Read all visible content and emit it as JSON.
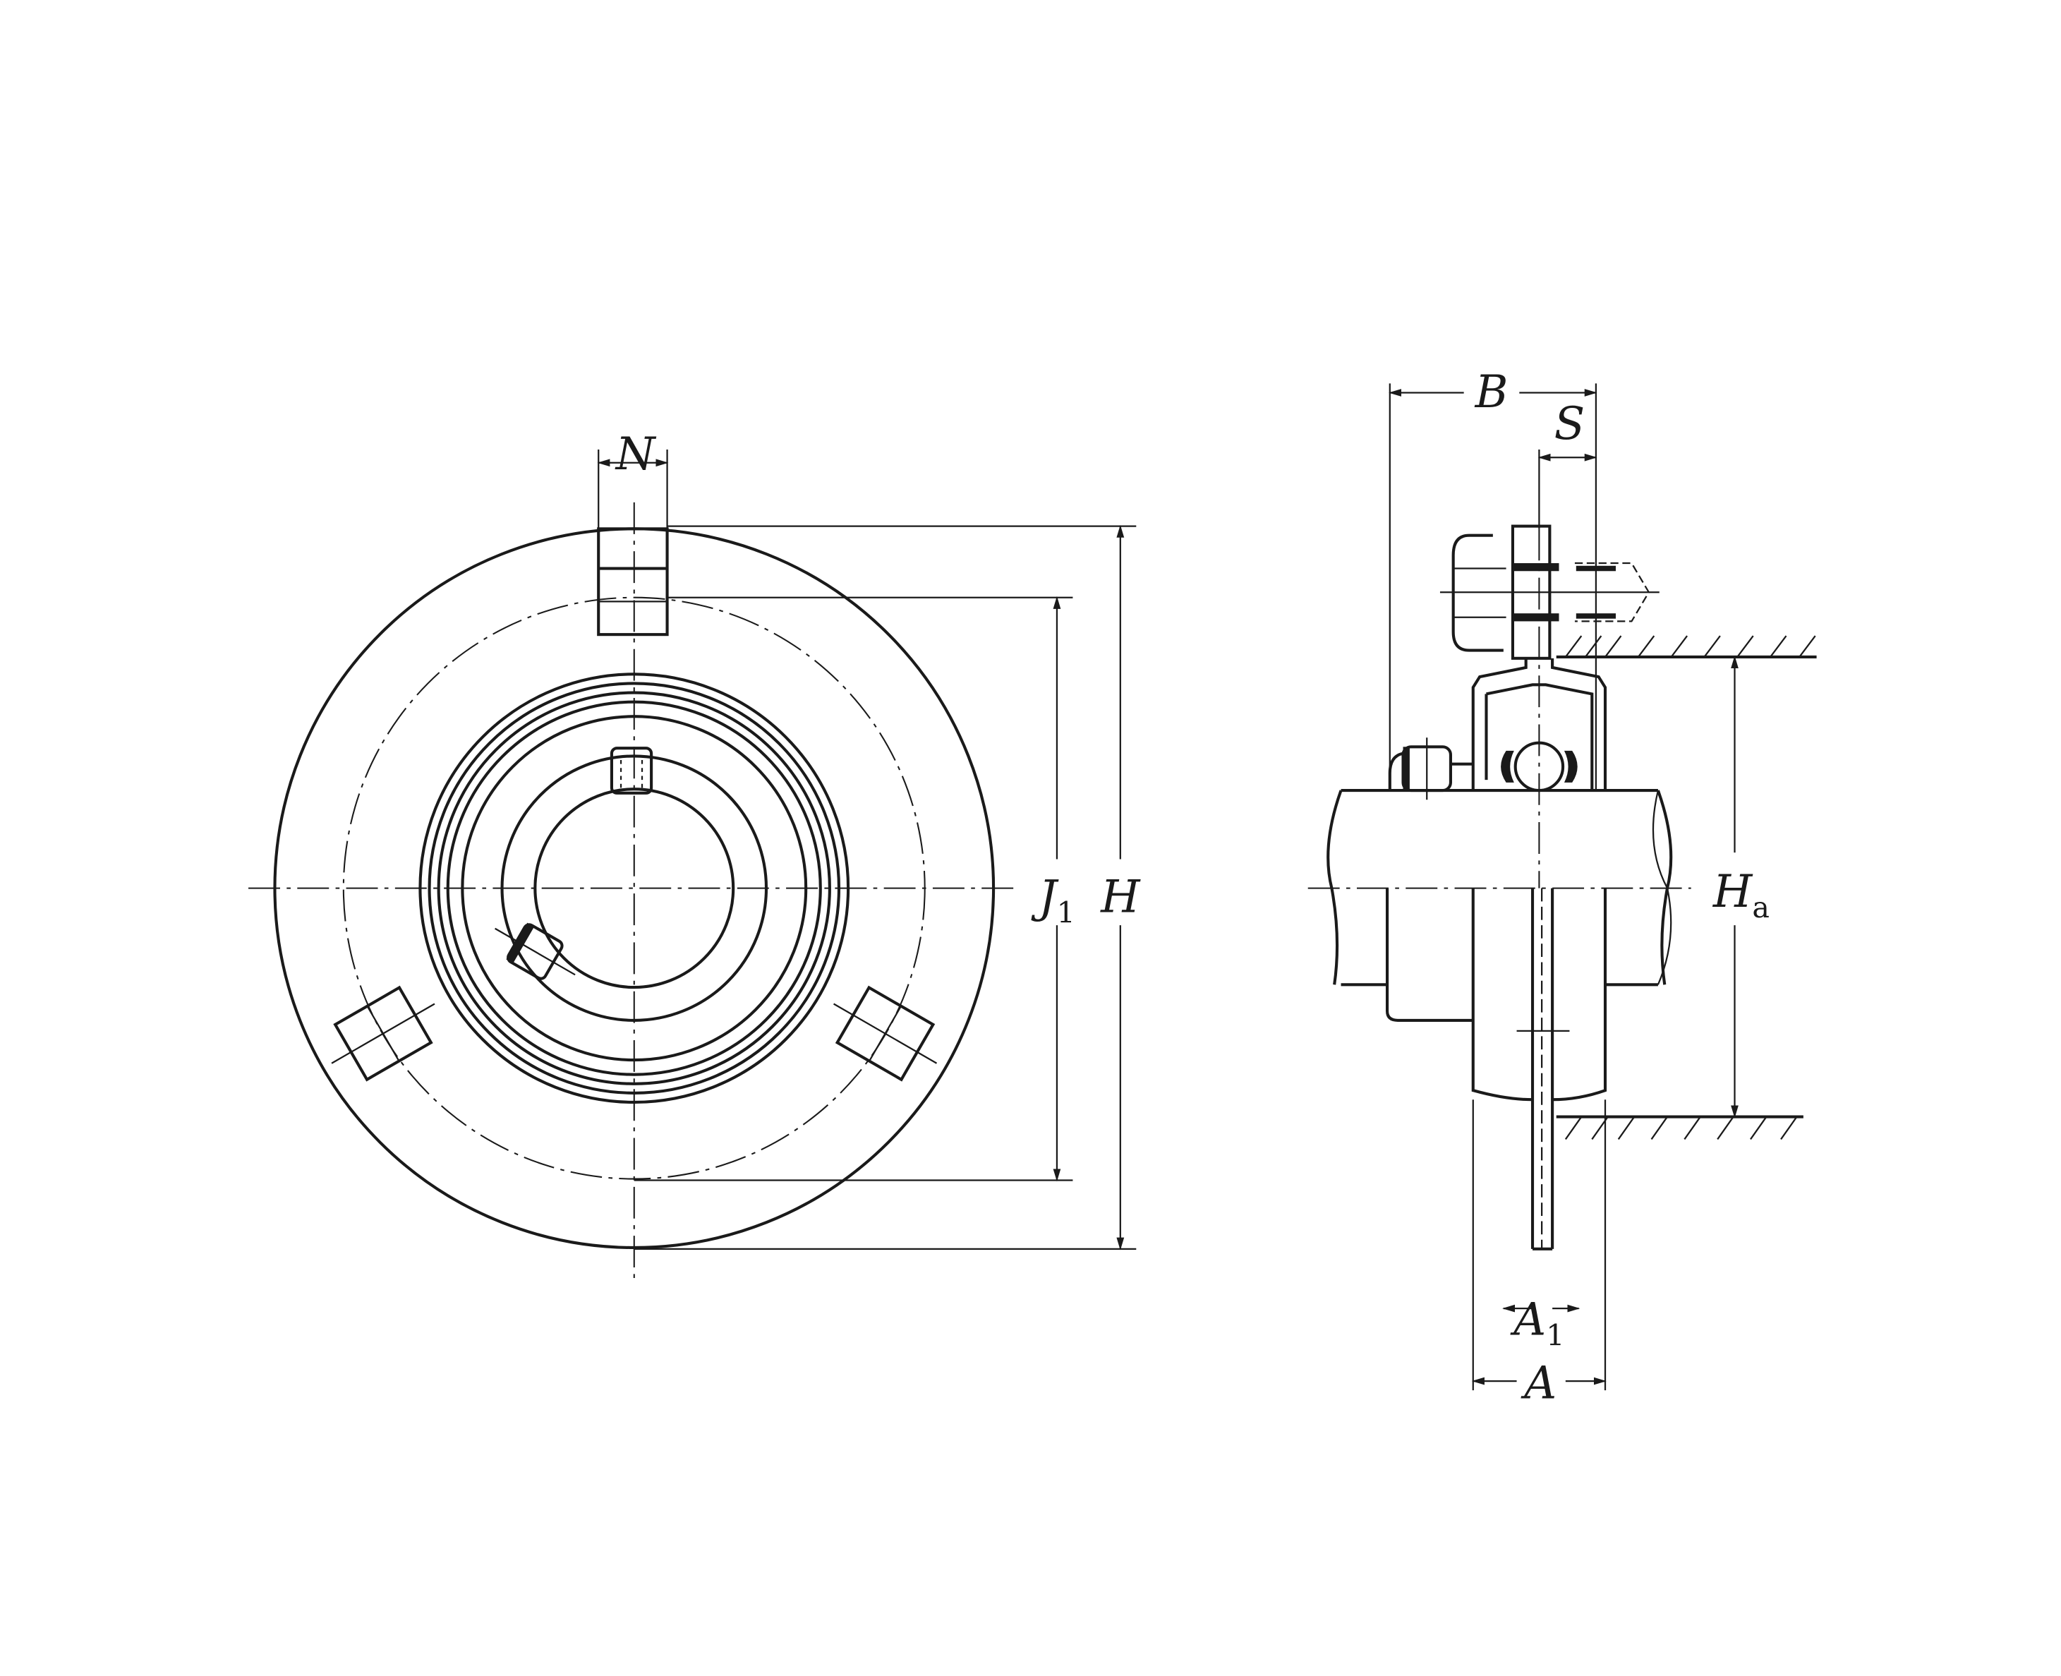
{
  "drawing": {
    "front_view_labels": {
      "N": "N",
      "J1_main": "J",
      "J1_sub": "1",
      "H": "H"
    },
    "side_view_labels": {
      "B": "B",
      "S": "S",
      "Ha_main": "H",
      "Ha_sub": "a",
      "A1_main": "A",
      "A1_sub": "1",
      "A": "A"
    },
    "line_color": "#1a1a1a"
  }
}
